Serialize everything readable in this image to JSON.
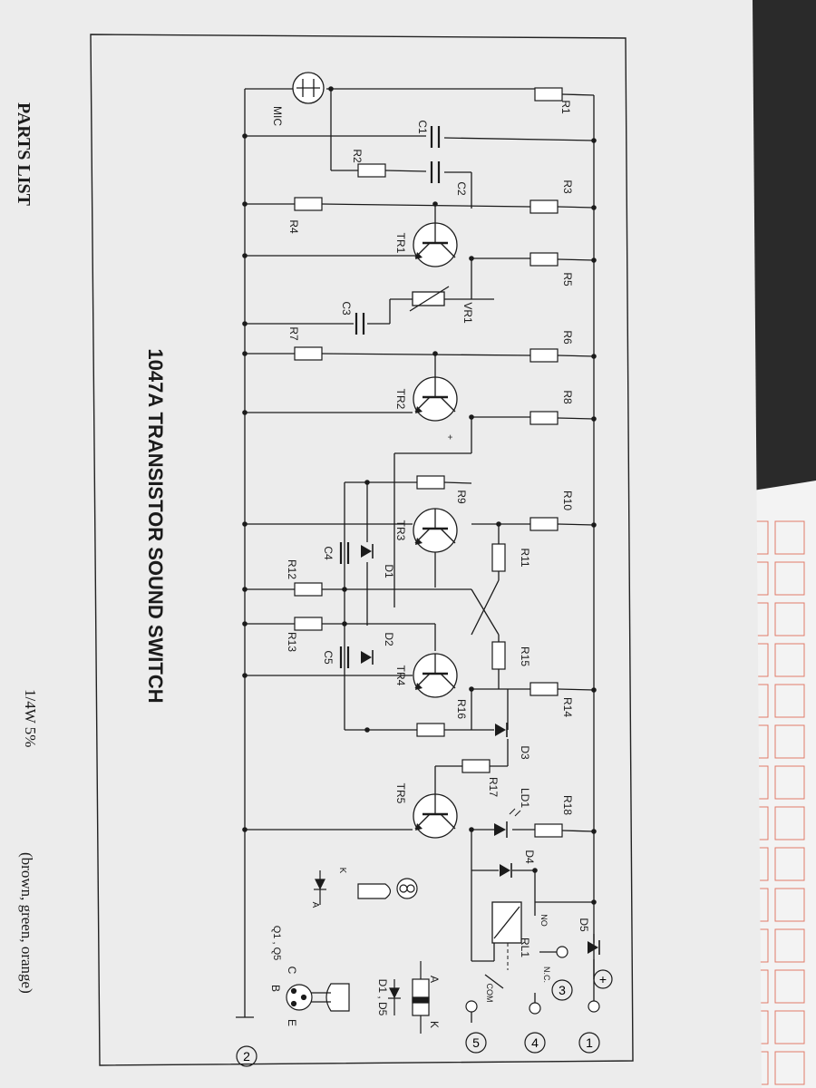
{
  "title": "1047A TRANSISTOR SOUND SWITCH",
  "parts_heading": "PARTS LIST",
  "parts_line_fragment": "(brown, green, orange)",
  "parts_line_value": "1/4W 5%",
  "components": {
    "resistors": [
      "R1",
      "R2",
      "R3",
      "R4",
      "R5",
      "R6",
      "R7",
      "R8",
      "R9",
      "R10",
      "R11",
      "R12",
      "R13",
      "R14",
      "R15",
      "R16",
      "R17",
      "R18"
    ],
    "capacitors": [
      "C1",
      "C2",
      "C3",
      "C4",
      "C5"
    ],
    "transistors": [
      "TR1",
      "TR2",
      "TR3",
      "TR4",
      "TR5"
    ],
    "diodes": [
      "D1",
      "D2",
      "D3",
      "D4",
      "D5"
    ],
    "others": {
      "led": "LD1",
      "relay": "RL1",
      "pot": "VR1",
      "mic": "MIC"
    }
  },
  "relay_contacts": {
    "no": "NO",
    "nc": "N.C.",
    "com": "COM"
  },
  "terminals": [
    "1",
    "2",
    "3",
    "4",
    "5"
  ],
  "polarity_plus": "+",
  "legend": {
    "diode_anode": "A",
    "diode_cathode": "K",
    "diode_parts": "D1 , D5",
    "led_k": "K",
    "led_a": "A",
    "transistor_c": "C",
    "transistor_b": "B",
    "transistor_e": "E",
    "transistor_parts": "Q1 , Q5"
  },
  "colors": {
    "paper": "#eeeeee",
    "ink": "#1b1b1b",
    "grid": "#e07b6a",
    "dark": "#2a2a2a"
  }
}
